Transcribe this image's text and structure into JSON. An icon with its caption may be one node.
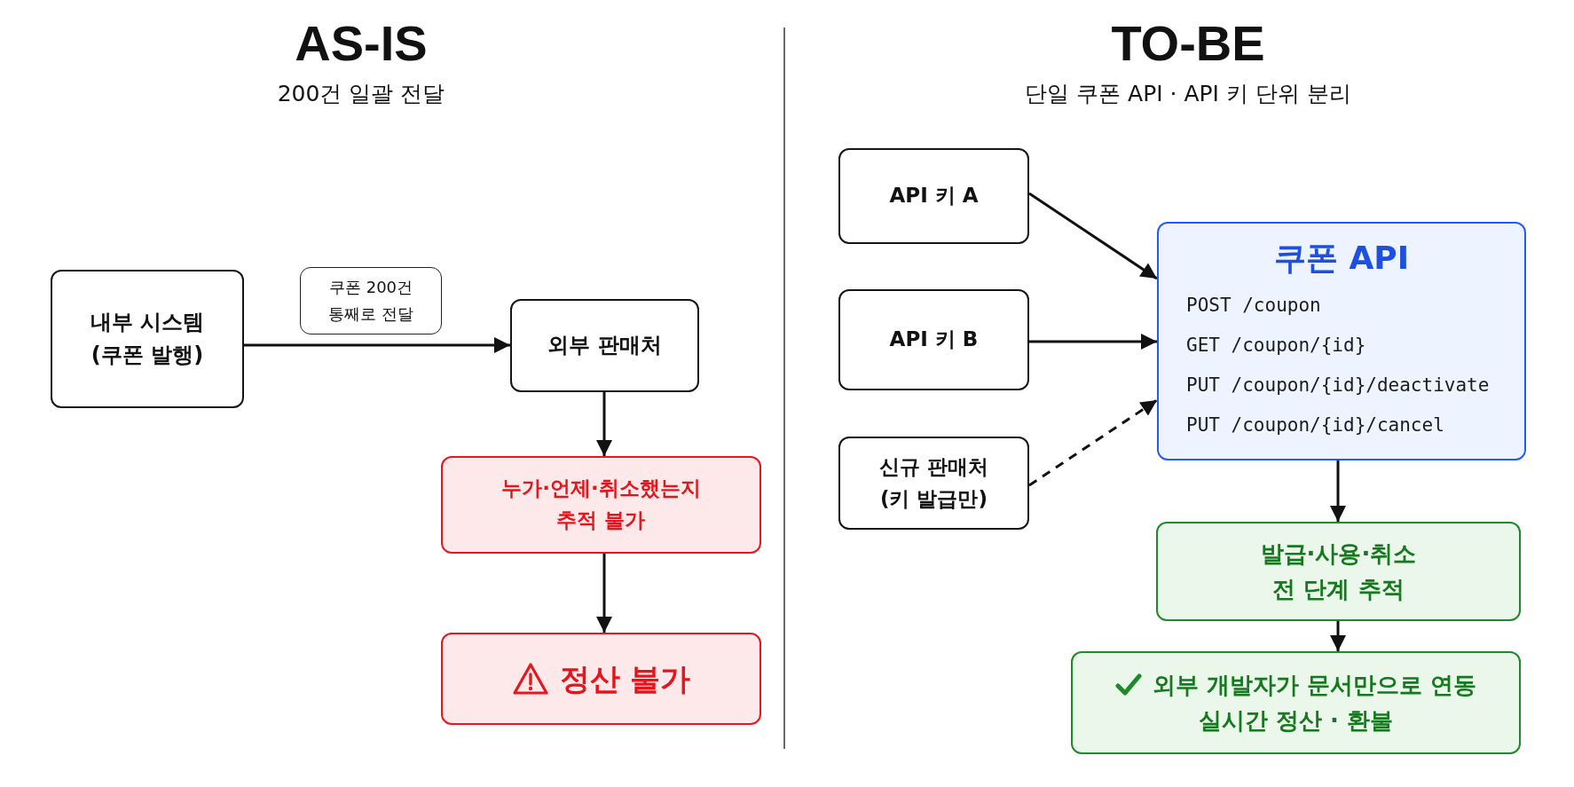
{
  "diagram": {
    "nodes": [
      {
        "text": [
          "내부 시스템 (쿠폰 발행)"
        ]
      },
      {
        "text": [
          "외부 판매처"
        ]
      },
      {
        "text": [
          "누가·언제·취소했는지 추적 불가"
        ]
      },
      {
        "text": [
          "정산 불가"
        ]
      },
      {
        "text": [
          "API 키 A"
        ]
      },
      {
        "text": [
          "API 키 B"
        ]
      },
      {
        "text": [
          "신규 판매처 (키 발급만)"
        ]
      },
      {
        "text": [
          "쿠폰 API",
          "POST /coupon",
          "GET /coupon/{id}",
          "PUT /coupon/{id}/deactivate",
          "PUT /coupon/{id}/cancel"
        ]
      },
      {
        "text": [
          "발급·사용·취소 전 단계 추적"
        ]
      },
      {
        "text": [
          "외부 개발자가 문서만으로 연동",
          "실시간 정산 · 환불"
        ]
      }
    ],
    "edges": [
      {
        "from": 0,
        "to": 1,
        "arrow": "to",
        "label": "쿠폰 200건 통째로 전달"
      },
      {
        "from": 1,
        "to": 2,
        "arrow": "to"
      },
      {
        "from": 2,
        "to": 3,
        "arrow": "to"
      },
      {
        "from": 4,
        "to": 7,
        "arrow": "to"
      },
      {
        "from": 5,
        "to": 7,
        "arrow": "to"
      },
      {
        "from": 6,
        "to": 7,
        "arrow": "to",
        "style": "dashed"
      },
      {
        "from": 7,
        "to": 8,
        "arrow": "to"
      },
      {
        "from": 8,
        "to": 9,
        "arrow": "to"
      }
    ],
    "labels": [
      "AS-IS",
      "200건 일괄 전달",
      "TO-BE",
      "단일 쿠폰 API · API 키 단위 분리"
    ]
  }
}
